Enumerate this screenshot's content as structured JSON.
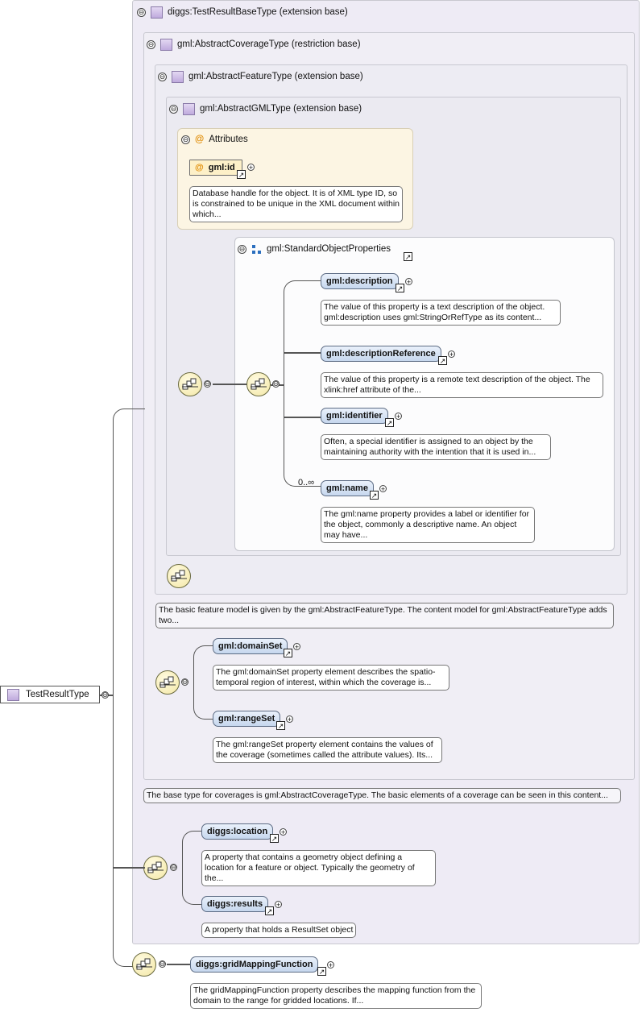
{
  "symbols": {
    "minus": "⊖",
    "plus": "+",
    "at": "@",
    "link": "↗"
  },
  "colors": {
    "element_fill": "#c6d7ee",
    "attribute_fill": "#fdf0c8",
    "compositor_fill": "#f3e7a4",
    "type_square": "#bfaadd"
  },
  "root": {
    "label": "TestResultType"
  },
  "panels": {
    "test_result_base": "diggs:TestResultBaseType (extension base)",
    "abstract_coverage": "gml:AbstractCoverageType (restriction base)",
    "abstract_feature": "gml:AbstractFeatureType (extension base)",
    "abstract_gml": "gml:AbstractGMLType (extension base)"
  },
  "attributes": {
    "title": "Attributes",
    "id_label": "gml:id",
    "id_desc": "Database handle for the object. It is of XML type ID, so is constrained to be unique in the XML document within which..."
  },
  "standard_object_properties": {
    "title": "gml:StandardObjectProperties",
    "cardinality": "0..∞",
    "elements": [
      {
        "name": "gml:description",
        "desc": "The value of this property is a text description of the object. gml:description uses gml:StringOrRefType as its content..."
      },
      {
        "name": "gml:descriptionReference",
        "desc": "The value of this property is a remote text description of the object. The xlink:href attribute of the..."
      },
      {
        "name": "gml:identifier",
        "desc": "Often, a special identifier is assigned to an object by the maintaining authority with the intention that it is used in..."
      },
      {
        "name": "gml:name",
        "desc": "The gml:name property provides a label or identifier for the object, commonly a descriptive name. An object may have..."
      }
    ]
  },
  "feature_desc": "The basic feature model is given by the gml:AbstractFeatureType. The content model for gml:AbstractFeatureType adds two...",
  "coverage_elements": [
    {
      "name": "gml:domainSet",
      "desc": "The gml:domainSet property element describes the spatio-temporal region of interest, within which the coverage is..."
    },
    {
      "name": "gml:rangeSet",
      "desc": "The gml:rangeSet property element contains the values of the coverage (sometimes called the attribute values). Its..."
    }
  ],
  "coverage_desc": "The base type for coverages is gml:AbstractCoverageType. The basic elements of a coverage can be seen in this content...",
  "base_elements": [
    {
      "name": "diggs:location",
      "desc": "A property that contains a geometry object defining a location for a feature or object. Typically the geometry of the..."
    },
    {
      "name": "diggs:results",
      "desc": "A property that holds a ResultSet object"
    }
  ],
  "grid_element": {
    "name": "diggs:gridMappingFunction",
    "desc": "The gridMappingFunction property describes the mapping function from the domain to the range for gridded locations. If..."
  }
}
